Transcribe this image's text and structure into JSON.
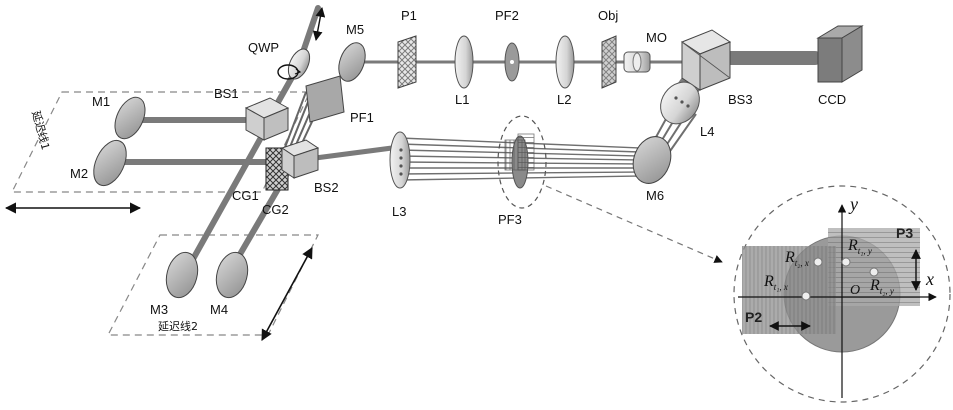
{
  "labels": {
    "qwp": "QWP",
    "m5": "M5",
    "p1": "P1",
    "pf2": "PF2",
    "obj": "Obj",
    "mo": "MO",
    "m1": "M1",
    "m2": "M2",
    "bs1": "BS1",
    "pf1": "PF1",
    "l1": "L1",
    "l2": "L2",
    "bs3": "BS3",
    "ccd": "CCD",
    "cg1": "CG1",
    "cg2": "CG2",
    "bs2": "BS2",
    "l3": "L3",
    "pf3": "PF3",
    "l4": "L4",
    "m6": "M6",
    "m3": "M3",
    "m4": "M4",
    "delay1": "延迟线1",
    "delay2": "延迟线2"
  },
  "inset": {
    "axis_x": "x",
    "axis_y": "y",
    "origin": "O",
    "p2": "P2",
    "p3": "P3",
    "r_main": "R",
    "r_t2x_sub": "t₂, x",
    "r_t1y_sub": "t₁, y",
    "r_t1x_sub": "t₁, x",
    "r_t2y_sub": "t₂, y"
  },
  "colors": {
    "beam": "#7a7a7a",
    "optic": "#c8c8c8",
    "disk": "#999999",
    "dash": "#777777"
  }
}
